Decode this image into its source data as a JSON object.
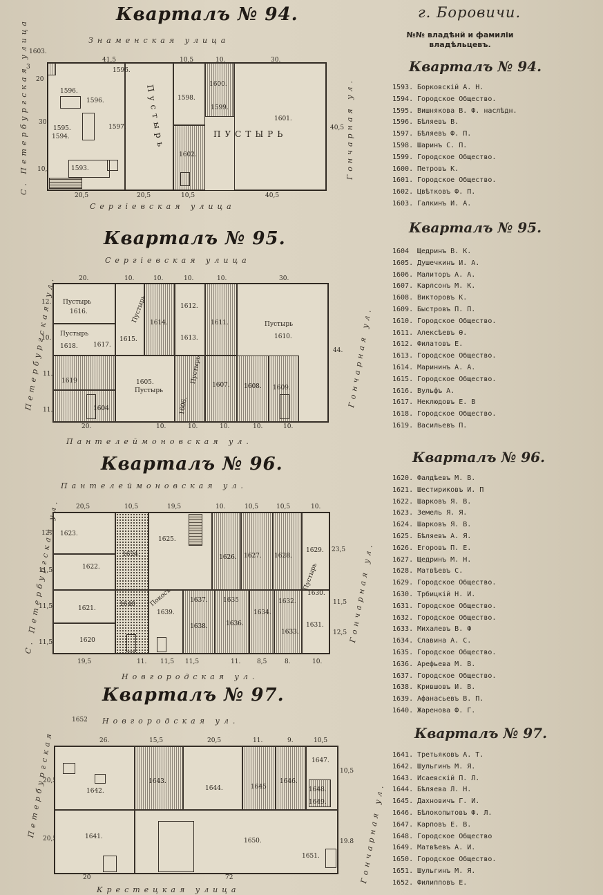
{
  "header": {
    "city": "г. Боровичи.",
    "caption": "№№ владѣнй и фамилiи владѣльцевъ."
  },
  "blocks": [
    {
      "title": "Кварталъ № 94.",
      "streets": {
        "top": "Знаменская улица",
        "bottom": "Сергiевская улица",
        "left": "С. Петербургская улица",
        "right": "Гончарная ул."
      },
      "dims": {
        "top": [
          "41,5",
          "10,5",
          "10.",
          "30."
        ],
        "bottom": [
          "20,5",
          "20,5",
          "10,5",
          "40,5"
        ],
        "left": [
          "3",
          "20",
          "30.",
          "10,5"
        ],
        "right": [
          "40,5"
        ],
        "corner": "1603."
      },
      "parcels": [
        "1596.",
        "1596.",
        "1596.",
        "1595.",
        "1594.",
        "1593.",
        "1597.",
        "1598.",
        "1600.",
        "1599.",
        "1601.",
        "1602."
      ],
      "wastes": [
        "Пустырь",
        "ПУСТЫРЬ"
      ],
      "owners": [
        {
          "num": "1593.",
          "name": "Борковскiй А. Н."
        },
        {
          "num": "1594.",
          "name": "Городское Общество."
        },
        {
          "num": "1595.",
          "name": "Вишнякова В. Ф. наслѣдн."
        },
        {
          "num": "1596.",
          "name": "Бѣляевъ В."
        },
        {
          "num": "1597.",
          "name": "Бѣляевъ Ф. П."
        },
        {
          "num": "1598.",
          "name": "Шаринъ С. П."
        },
        {
          "num": "1599.",
          "name": "Городское Общество."
        },
        {
          "num": "1600.",
          "name": "Петровъ К."
        },
        {
          "num": "1601.",
          "name": "Городское Общество."
        },
        {
          "num": "1602.",
          "name": "Цвѣтковъ Ф. П."
        },
        {
          "num": "1603.",
          "name": "Галкинъ И. А."
        }
      ]
    },
    {
      "title": "Кварталъ № 95.",
      "streets": {
        "top": "Сергiевская улица",
        "bottom": "Пантелеймоновская ул.",
        "left": "Петербургская ул.",
        "right": "Гончарная ул."
      },
      "dims": {
        "top": [
          "20.",
          "10.",
          "10.",
          "10.",
          "10.",
          "30."
        ],
        "bottom": [
          "20.",
          "10.",
          "10.",
          "10.",
          "10.",
          "10."
        ],
        "left": [
          "12.",
          "10.",
          "11.",
          "11."
        ],
        "right": [
          "44."
        ]
      },
      "parcels": [
        "1616.",
        "1618.",
        "1617.",
        "1615.",
        "1614.",
        "1612.",
        "1613.",
        "1611.",
        "1610.",
        "1619",
        "1604",
        "1605.",
        "1606.",
        "1607.",
        "1608.",
        "1609."
      ],
      "wastes": [
        "Пустырь",
        "Пустырь",
        "Пустырь",
        "Пустырь",
        "Пустырь",
        "Пустырь"
      ],
      "owners": [
        {
          "num": "1604",
          "name": "Щедринъ В. К."
        },
        {
          "num": "1605.",
          "name": "Душечкинъ И. А."
        },
        {
          "num": "1606.",
          "name": "Малиторъ А. А."
        },
        {
          "num": "1607.",
          "name": "Карлсонъ М. К."
        },
        {
          "num": "1608.",
          "name": "Викторовъ К."
        },
        {
          "num": "1609.",
          "name": "Быстровъ П. П."
        },
        {
          "num": "1610.",
          "name": "Городское Общество."
        },
        {
          "num": "1611.",
          "name": "Алексѣевъ Ѳ."
        },
        {
          "num": "1612.",
          "name": "Филатовъ Е."
        },
        {
          "num": "1613.",
          "name": "Городское Общество."
        },
        {
          "num": "1614.",
          "name": "Марининъ А. А."
        },
        {
          "num": "1615.",
          "name": "Городское Общество."
        },
        {
          "num": "1616.",
          "name": "Вульфъ А."
        },
        {
          "num": "1617.",
          "name": "Неклюдовъ Е. В"
        },
        {
          "num": "1618.",
          "name": "Городское Общество."
        },
        {
          "num": "1619.",
          "name": "Васильевъ П."
        }
      ]
    },
    {
      "title": "Кварталъ № 96.",
      "streets": {
        "top": "Пантелеймоновская ул.",
        "bottom": "Новгородская ул.",
        "left": "С. Петербургская ул.",
        "right": "Гончарная ул."
      },
      "dims": {
        "top": [
          "20,5",
          "10,5",
          "19,5",
          "10.",
          "10,5",
          "10,5",
          "10."
        ],
        "bottom": [
          "19,5",
          "11.",
          "11,5",
          "11,5",
          "11.",
          "8,5",
          "8.",
          "10."
        ],
        "left": [
          "12.",
          "11,5",
          "11,5",
          "11,5"
        ],
        "right": [
          "23,5",
          "11,5",
          "12,5"
        ]
      },
      "parcels": [
        "1623.",
        "1622.",
        "1624.",
        "1625.",
        "1626.",
        "1627.",
        "1628.",
        "1629.",
        "1621.",
        "1620",
        "1640",
        "1639.",
        "1637.",
        "1638.",
        "1635",
        "1636.",
        "1634.",
        "1632.",
        "1633.",
        "1630.",
        "1631."
      ],
      "wastes": [
        "Пустырь",
        "Покосъ"
      ],
      "owners": [
        {
          "num": "1620.",
          "name": "Фалдѣевъ М. В."
        },
        {
          "num": "1621.",
          "name": "Шестириковъ И. П"
        },
        {
          "num": "1622.",
          "name": "Шарковъ Я. В."
        },
        {
          "num": "1623.",
          "name": "Земель Я. Я."
        },
        {
          "num": "1624.",
          "name": "Шарковъ Я. В."
        },
        {
          "num": "1625.",
          "name": "Бѣляевъ А. Я."
        },
        {
          "num": "1626.",
          "name": "Егоровъ П. Е."
        },
        {
          "num": "1627.",
          "name": "Щедринъ М. Н."
        },
        {
          "num": "1628.",
          "name": "Матвѣевъ С."
        },
        {
          "num": "1629.",
          "name": "Городское Общество."
        },
        {
          "num": "1630.",
          "name": "Трбицкiй Н. И."
        },
        {
          "num": "1631.",
          "name": "Городское Общество."
        },
        {
          "num": "1632.",
          "name": "Городское Общество."
        },
        {
          "num": "1633.",
          "name": "Михалевъ В. Ф"
        },
        {
          "num": "1634.",
          "name": "Славина А. С."
        },
        {
          "num": "1635.",
          "name": "Городское Общество."
        },
        {
          "num": "1636.",
          "name": "Арефьева М. В."
        },
        {
          "num": "1637.",
          "name": "Городское Общество."
        },
        {
          "num": "1638.",
          "name": "Крившовъ И. В."
        },
        {
          "num": "1639.",
          "name": "Афанасьевъ В. П."
        },
        {
          "num": "1640.",
          "name": "Жаренова Ф. Г."
        }
      ]
    },
    {
      "title": "Кварталъ № 97.",
      "streets": {
        "top": "Новгородская ул.",
        "bottom": "Крестецкая улица",
        "left": "Петербургская",
        "right": "Гончарная ул."
      },
      "dims": {
        "top": [
          "26.",
          "15,5",
          "20,5",
          "11.",
          "9.",
          "10,5"
        ],
        "bottom": [
          "20",
          "72"
        ],
        "left": [
          "20,5",
          "20,5"
        ],
        "right": [
          "10,5",
          "19.8"
        ],
        "corner": "1652"
      },
      "parcels": [
        "1642.",
        "1643.",
        "1644.",
        "1645",
        "1646.",
        "1647.",
        "1648.",
        "1649.",
        "1641.",
        "1650.",
        "1651."
      ],
      "owners": [
        {
          "num": "1641.",
          "name": "Третьяковъ А. Т."
        },
        {
          "num": "1642.",
          "name": "Шульгинъ М. Я."
        },
        {
          "num": "1643.",
          "name": "Исаевскiй П. Л."
        },
        {
          "num": "1644.",
          "name": "Бѣляева Л. Н."
        },
        {
          "num": "1645.",
          "name": "Дахновичъ Г. И."
        },
        {
          "num": "1646.",
          "name": "Бѣлокопытовъ Ф. Л."
        },
        {
          "num": "1647.",
          "name": "Карповъ Е. В."
        },
        {
          "num": "1648.",
          "name": "Городское Общество"
        },
        {
          "num": "1649.",
          "name": "Матвѣевъ А. И."
        },
        {
          "num": "1650.",
          "name": "Городское Общество."
        },
        {
          "num": "1651.",
          "name": "Шульгинъ М. Я."
        },
        {
          "num": "1652.",
          "name": "Филипповъ Е."
        }
      ]
    }
  ],
  "colors": {
    "paper": "#d9d0bd",
    "ink": "#2b2620",
    "lot": "#e3dccb"
  }
}
